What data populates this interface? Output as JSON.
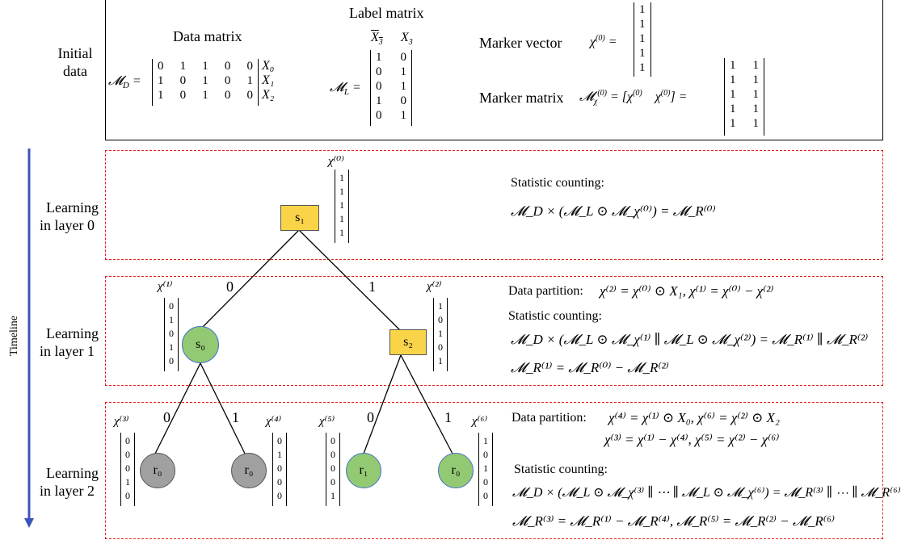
{
  "initial": {
    "label_line1": "Initial",
    "label_line2": "data",
    "data_matrix_title": "Data matrix",
    "md_label": "𝓜_D =",
    "data_rows": [
      [
        "0",
        "1",
        "1",
        "0",
        "0"
      ],
      [
        "1",
        "0",
        "1",
        "0",
        "1"
      ],
      [
        "1",
        "0",
        "1",
        "0",
        "0"
      ]
    ],
    "data_row_labels": [
      "X₀",
      "X₁",
      "X₂"
    ],
    "label_matrix_title": "Label matrix",
    "label_col_headers": [
      "X₃ (bar)",
      "X₃"
    ],
    "ml_label": "𝓜_L =",
    "label_rows": [
      [
        "1",
        "0"
      ],
      [
        "0",
        "1"
      ],
      [
        "0",
        "1"
      ],
      [
        "1",
        "0"
      ],
      [
        "0",
        "1"
      ]
    ],
    "marker_vector_title": "Marker vector",
    "marker_vector_eq": "χ⁽⁰⁾ =",
    "marker_vector_values": [
      "1",
      "1",
      "1",
      "1",
      "1"
    ],
    "marker_matrix_title": "Marker matrix",
    "marker_matrix_eq": "𝓜_χ⁽⁰⁾ = [χ⁽⁰⁾   χ⁽⁰⁾] =",
    "marker_matrix_rows": [
      [
        "1",
        "1"
      ],
      [
        "1",
        "1"
      ],
      [
        "1",
        "1"
      ],
      [
        "1",
        "1"
      ],
      [
        "1",
        "1"
      ]
    ]
  },
  "timeline_label": "Timeline",
  "layers": [
    {
      "label_line1": "Learning",
      "label_line2": "in layer 0",
      "stat_title": "Statistic counting:",
      "stat_eq": "𝓜_D × (𝓜_L ⊙ 𝓜_χ⁽⁰⁾) = 𝓜_R⁽⁰⁾"
    },
    {
      "label_line1": "Learning",
      "label_line2": "in layer 1",
      "partition_title": "Data partition:",
      "partition_eq": "χ⁽²⁾ = χ⁽⁰⁾ ⊙ X₁, χ⁽¹⁾ = χ⁽⁰⁾ − χ⁽²⁾",
      "stat_title": "Statistic counting:",
      "stat_eq": "𝓜_D × (𝓜_L ⊙ 𝓜_χ⁽¹⁾ ∥ 𝓜_L ⊙ 𝓜_χ⁽²⁾) = 𝓜_R⁽¹⁾ ∥ 𝓜_R⁽²⁾",
      "stat_eq2": "𝓜_R⁽¹⁾ = 𝓜_R⁽⁰⁾ − 𝓜_R⁽²⁾"
    },
    {
      "label_line1": "Learning",
      "label_line2": "in layer 2",
      "partition_title": "Data partition:",
      "partition_eq": "χ⁽⁴⁾ = χ⁽¹⁾ ⊙ X₀, χ⁽⁶⁾ = χ⁽²⁾ ⊙ X₂",
      "partition_eq2": "χ⁽³⁾ = χ⁽¹⁾ − χ⁽⁴⁾, χ⁽⁵⁾ = χ⁽²⁾ − χ⁽⁶⁾",
      "stat_title": "Statistic counting:",
      "stat_eq": "𝓜_D × (𝓜_L ⊙ 𝓜_χ⁽³⁾ ∥ ⋯ ∥ 𝓜_L ⊙ 𝓜_χ⁽⁶⁾) = 𝓜_R⁽³⁾ ∥ ⋯ ∥ 𝓜_R⁽⁶⁾",
      "stat_eq2": "𝓜_R⁽³⁾ = 𝓜_R⁽¹⁾ − 𝓜_R⁽⁴⁾, 𝓜_R⁽⁵⁾ = 𝓜_R⁽²⁾ − 𝓜_R⁽⁶⁾"
    }
  ],
  "tree": {
    "nodes": {
      "s1": "s₁",
      "s0": "s₀",
      "s2": "s₂",
      "r_a": "r₀",
      "r_b": "r₀",
      "r_c": "r₁",
      "r_d": "r₀"
    },
    "edges": {
      "e_s1_s0": "0",
      "e_s1_s2": "1",
      "e_s0_ra": "0",
      "e_s0_rb": "1",
      "e_s2_rc": "0",
      "e_s2_rd": "1"
    },
    "vectors": {
      "chi0": {
        "label": "χ⁽⁰⁾",
        "values": [
          "1",
          "1",
          "1",
          "1",
          "1"
        ]
      },
      "chi1": {
        "label": "χ⁽¹⁾",
        "values": [
          "0",
          "1",
          "0",
          "1",
          "0"
        ]
      },
      "chi2": {
        "label": "χ⁽²⁾",
        "values": [
          "1",
          "0",
          "1",
          "0",
          "1"
        ]
      },
      "chi3": {
        "label": "χ⁽³⁾",
        "values": [
          "0",
          "0",
          "0",
          "1",
          "0"
        ]
      },
      "chi4": {
        "label": "χ⁽⁴⁾",
        "values": [
          "0",
          "1",
          "0",
          "0",
          "0"
        ]
      },
      "chi5": {
        "label": "χ⁽⁵⁾",
        "values": [
          "0",
          "0",
          "0",
          "0",
          "1"
        ]
      },
      "chi6": {
        "label": "χ⁽⁶⁾",
        "values": [
          "1",
          "0",
          "1",
          "0",
          "0"
        ]
      }
    }
  },
  "colors": {
    "dash": "#e02020",
    "timeline": "#3b55b8",
    "split_node": "#f9d448",
    "leaf_green": "#94c973",
    "leaf_gray": "#a0a0a0"
  }
}
